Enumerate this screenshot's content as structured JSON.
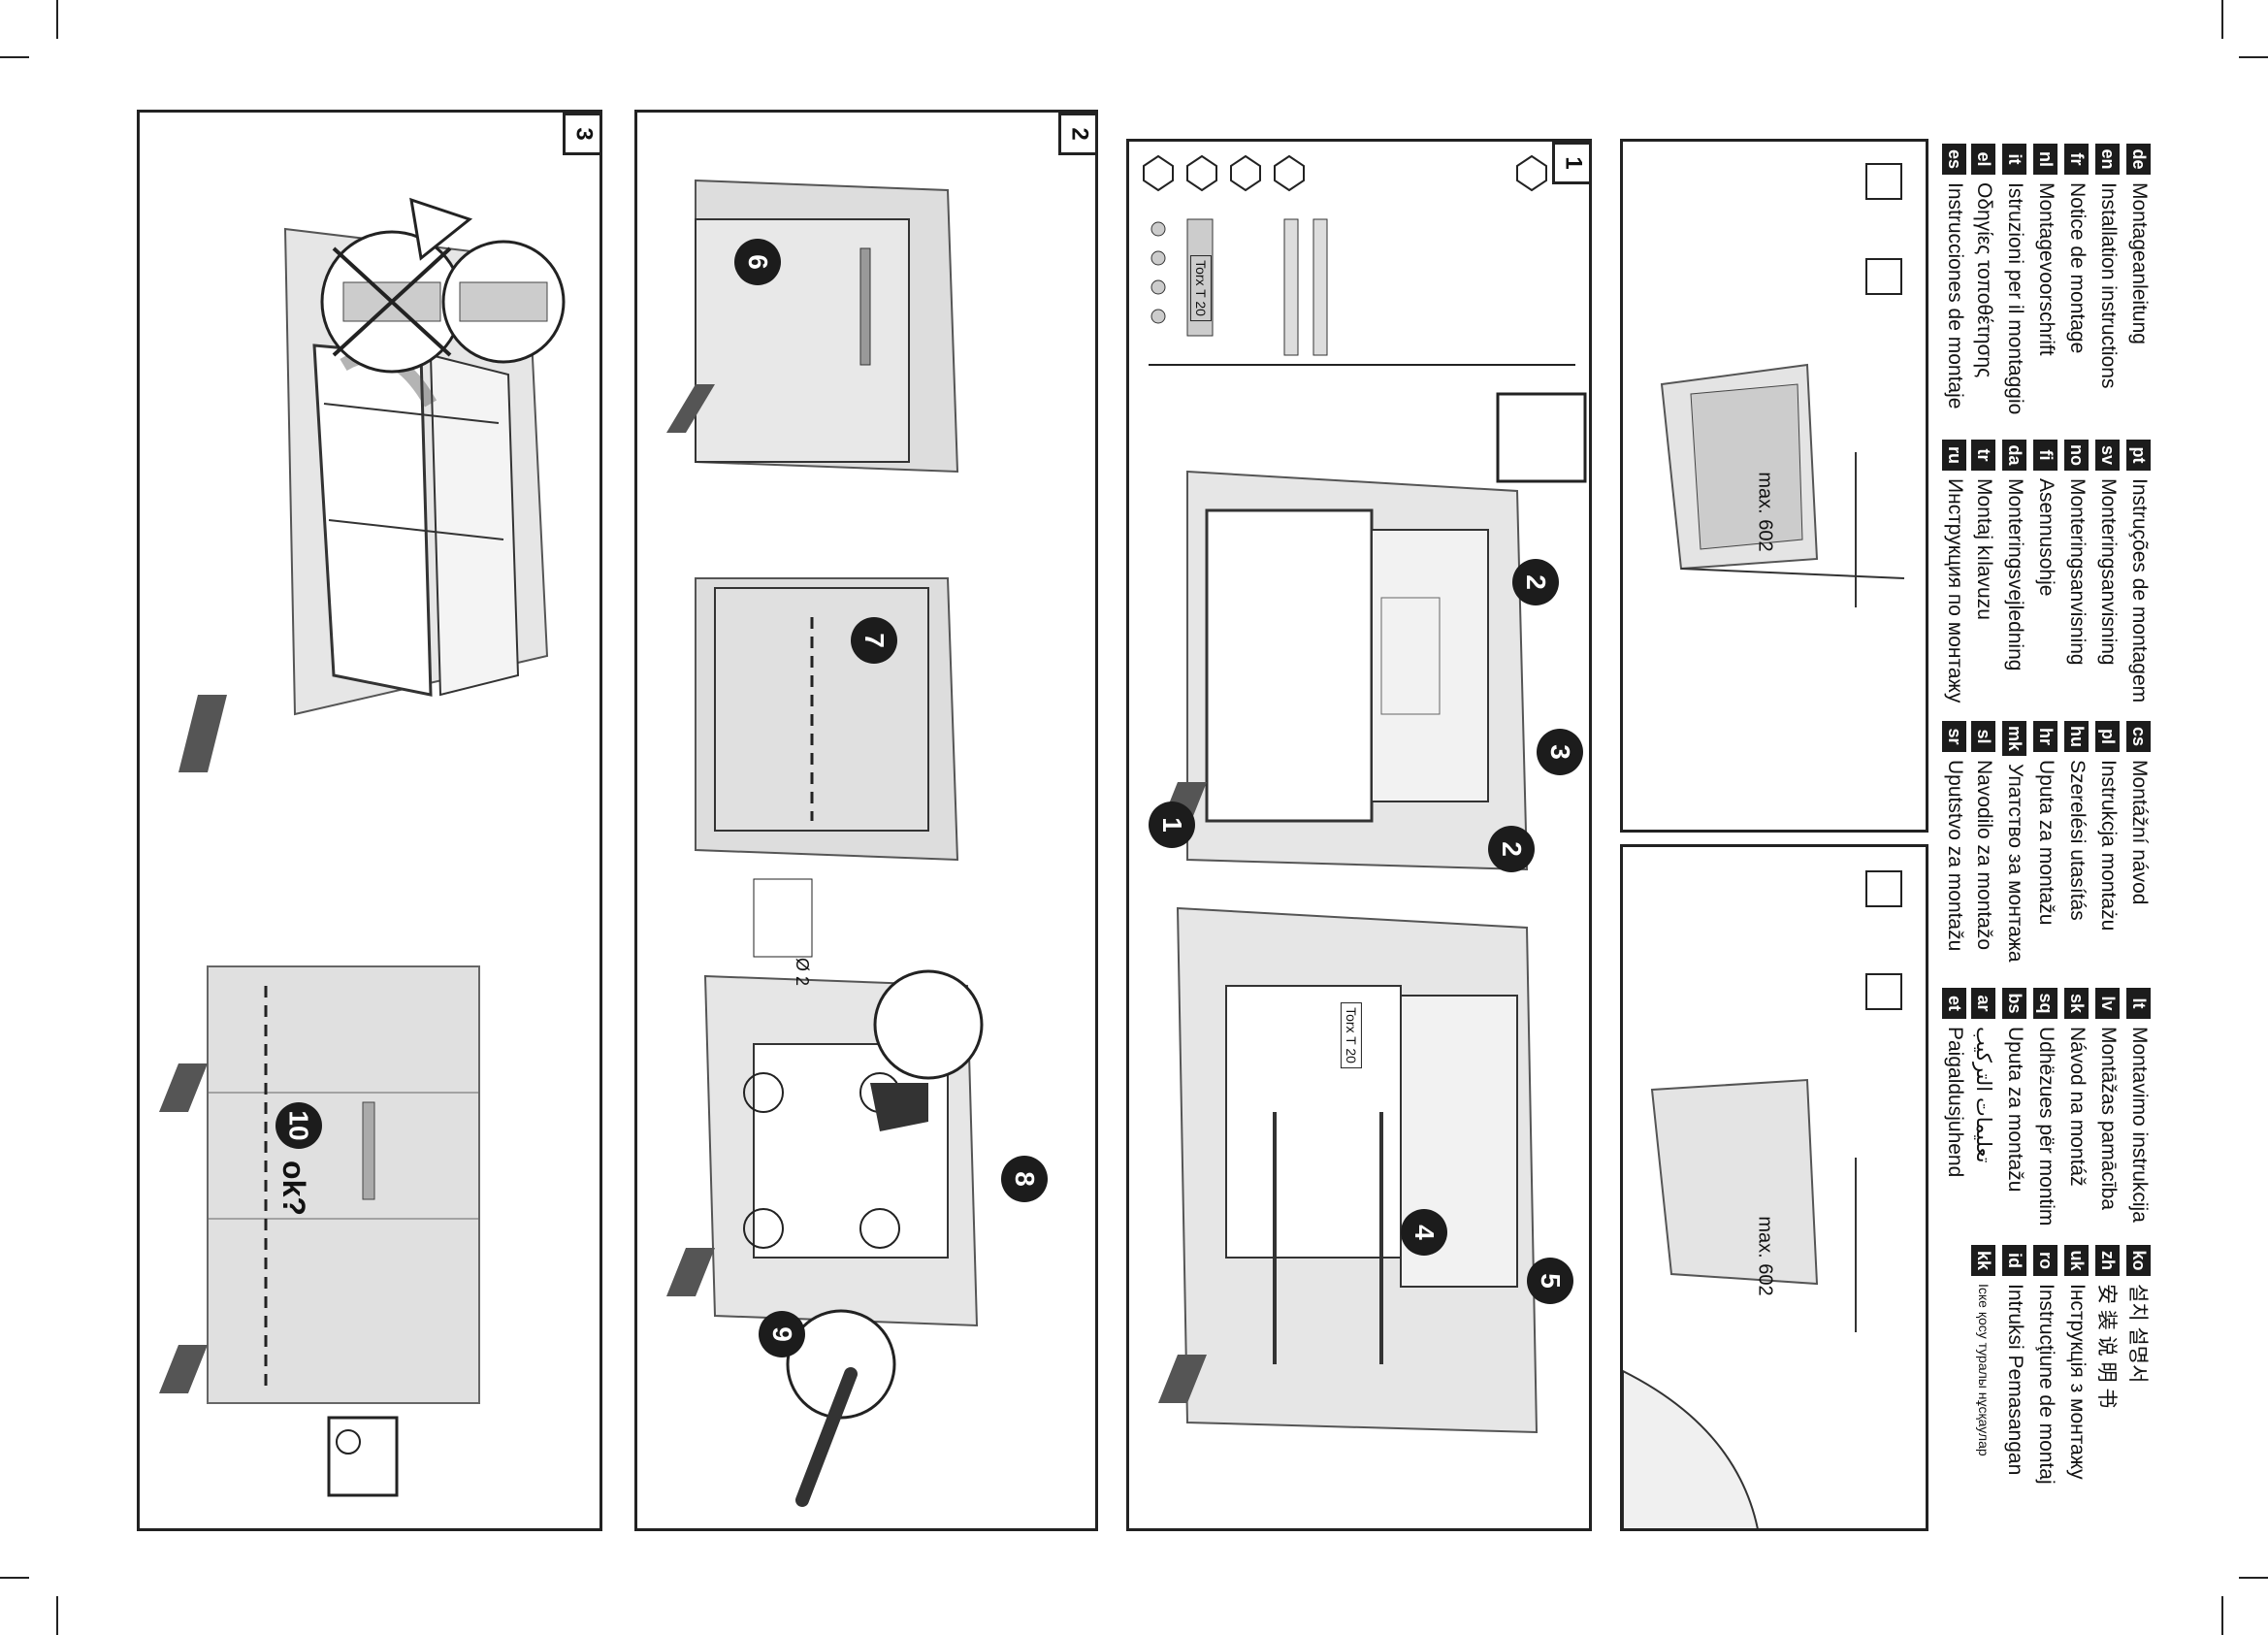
{
  "panels": {
    "panel1": {
      "number": "1",
      "torx_label": "Torx T 20"
    },
    "panel2": {
      "number": "2",
      "hole_label": "Ø 2"
    },
    "panel3": {
      "number": "3",
      "ok_label": "ok?"
    }
  },
  "steps": [
    "1",
    "2",
    "2",
    "3",
    "4",
    "5",
    "6",
    "7",
    "8",
    "9",
    "10"
  ],
  "dimension": {
    "label": "max. 602"
  },
  "languages": [
    [
      {
        "code": "de",
        "name": "Montageanleitung"
      },
      {
        "code": "en",
        "name": "Installation instructions"
      },
      {
        "code": "fr",
        "name": "Notice de montage"
      },
      {
        "code": "nl",
        "name": "Montagevoorschrift"
      },
      {
        "code": "it",
        "name": "Istruzioni per il montaggio"
      },
      {
        "code": "el",
        "name": "Οδηγίες τοποθέτησης"
      },
      {
        "code": "es",
        "name": "Instrucciones de montaje"
      }
    ],
    [
      {
        "code": "pt",
        "name": "Instruções de montagem"
      },
      {
        "code": "sv",
        "name": "Monteringsanvisning"
      },
      {
        "code": "no",
        "name": "Monteringsanvisning"
      },
      {
        "code": "fi",
        "name": "Asennusohje"
      },
      {
        "code": "da",
        "name": "Monteringsvejledning"
      },
      {
        "code": "tr",
        "name": "Montaj kılavuzu"
      },
      {
        "code": "ru",
        "name": "Инструкция по монтажу"
      }
    ],
    [
      {
        "code": "cs",
        "name": "Montážní návod"
      },
      {
        "code": "pl",
        "name": "Instrukcja montażu"
      },
      {
        "code": "hu",
        "name": "Szerelési utasítás"
      },
      {
        "code": "hr",
        "name": "Uputa za montažu"
      },
      {
        "code": "mk",
        "name": "Упатство за монтажа"
      },
      {
        "code": "sl",
        "name": "Navodilo za montažo"
      },
      {
        "code": "sr",
        "name": "Uputstvo za montažu"
      }
    ],
    [
      {
        "code": "lt",
        "name": "Montavimo instrukcija"
      },
      {
        "code": "lv",
        "name": "Montāžas pamācība"
      },
      {
        "code": "sk",
        "name": "Návod na montáž"
      },
      {
        "code": "sq",
        "name": "Udhëzues për montim"
      },
      {
        "code": "bs",
        "name": "Uputa za montažu"
      },
      {
        "code": "ar",
        "name": "تعليمات التركيب"
      },
      {
        "code": "et",
        "name": "Paigaldusjuhend"
      }
    ],
    [
      {
        "code": "ko",
        "name": "설치 설명서"
      },
      {
        "code": "zh",
        "name": "安 装 说 明 书"
      },
      {
        "code": "uk",
        "name": "Інструкція з монтажу"
      },
      {
        "code": "ro",
        "name": "Instrucţiune de montaj"
      },
      {
        "code": "id",
        "name": "Intruksi Pemasangan"
      },
      {
        "code": "kk",
        "name": "Іске қосу туралы нұсқаулар"
      }
    ]
  ]
}
